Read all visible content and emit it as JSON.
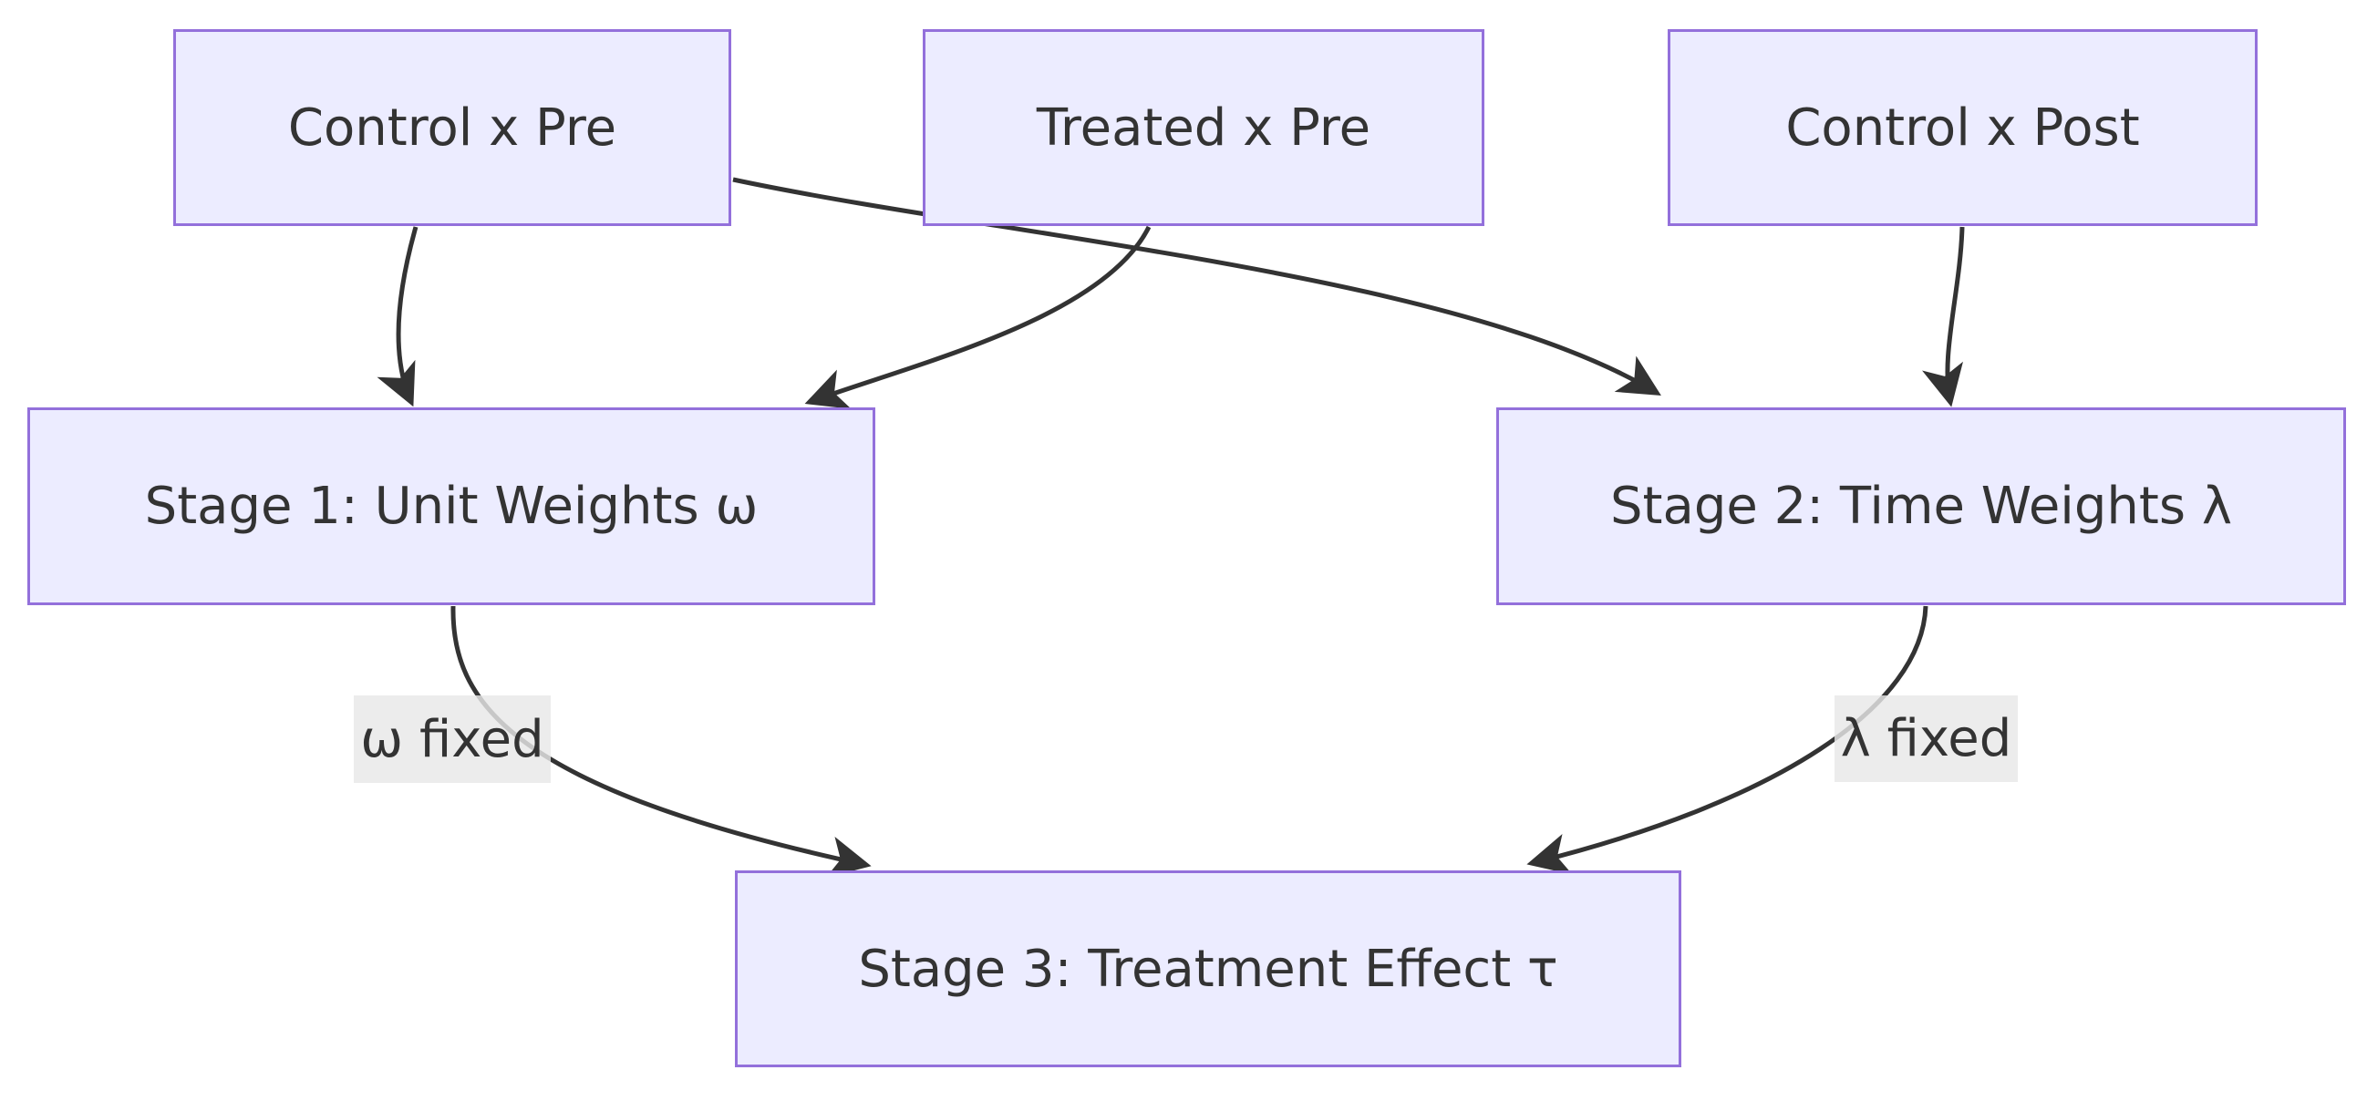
{
  "diagram": {
    "background_color": "#ffffff",
    "node_fill_color": "#ECECFF",
    "node_border_color": "#9370DB",
    "text_color": "#333333",
    "edge_color": "#333333",
    "edge_label_background_color": "#e8e8e8",
    "nodes": [
      {
        "id": "control-pre",
        "label": "Control x Pre"
      },
      {
        "id": "treated-pre",
        "label": "Treated x Pre"
      },
      {
        "id": "control-post",
        "label": "Control x Post"
      },
      {
        "id": "stage1",
        "label": "Stage 1: Unit Weights ω"
      },
      {
        "id": "stage2",
        "label": "Stage 2: Time Weights λ"
      },
      {
        "id": "stage3",
        "label": "Stage 3: Treatment Effect τ"
      }
    ],
    "edges": [
      {
        "from": "control-pre",
        "to": "stage1",
        "label": ""
      },
      {
        "from": "treated-pre",
        "to": "stage1",
        "label": ""
      },
      {
        "from": "control-pre",
        "to": "stage2",
        "label": ""
      },
      {
        "from": "control-post",
        "to": "stage2",
        "label": ""
      },
      {
        "from": "stage1",
        "to": "stage3",
        "label": "ω fixed"
      },
      {
        "from": "stage2",
        "to": "stage3",
        "label": "λ fixed"
      }
    ]
  }
}
